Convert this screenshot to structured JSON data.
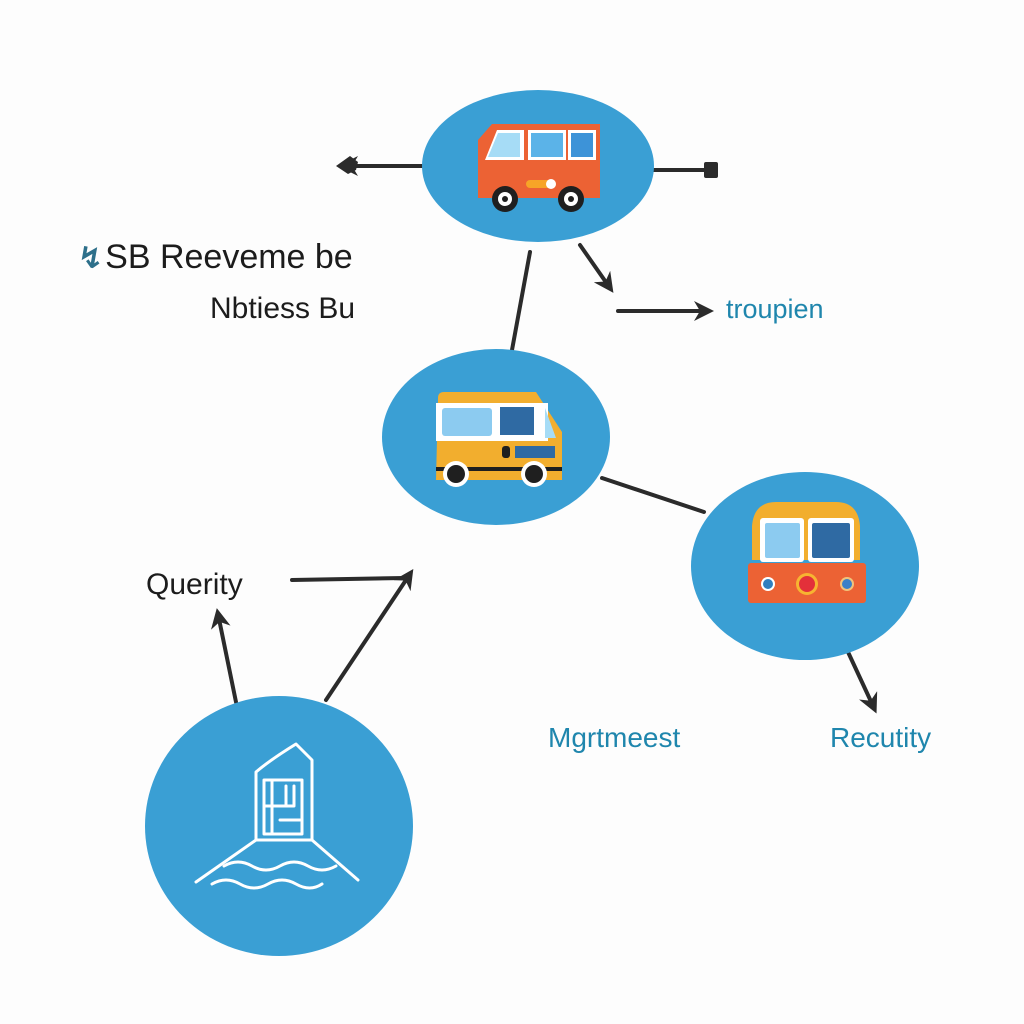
{
  "diagram": {
    "type": "network-flow",
    "colors": {
      "node_fill": "#3a9fd4",
      "connector": "#2b2b2b",
      "label_dark": "#1c1c1c",
      "label_teal": "#1f86ad",
      "van_orange": "#ec6234",
      "bus_yellow": "#f2ae2e",
      "window_light": "#8ccbf0",
      "window_dark": "#2f6aa3"
    },
    "labels": {
      "title_icon": "bolt-icon",
      "title_line1": "SB Reeveme be",
      "title_line2": "Nbtiess Bu",
      "troupien": "troupien",
      "query": "Querity",
      "management": "Mgrtmeest",
      "recutity": "Recutity"
    },
    "nodes": [
      {
        "id": "orange-van-node",
        "icon": "van-icon"
      },
      {
        "id": "yellow-bus-node",
        "icon": "bus-icon"
      },
      {
        "id": "train-front-node",
        "icon": "train-icon"
      },
      {
        "id": "building-water-node",
        "icon": "building-on-water-icon"
      }
    ]
  }
}
